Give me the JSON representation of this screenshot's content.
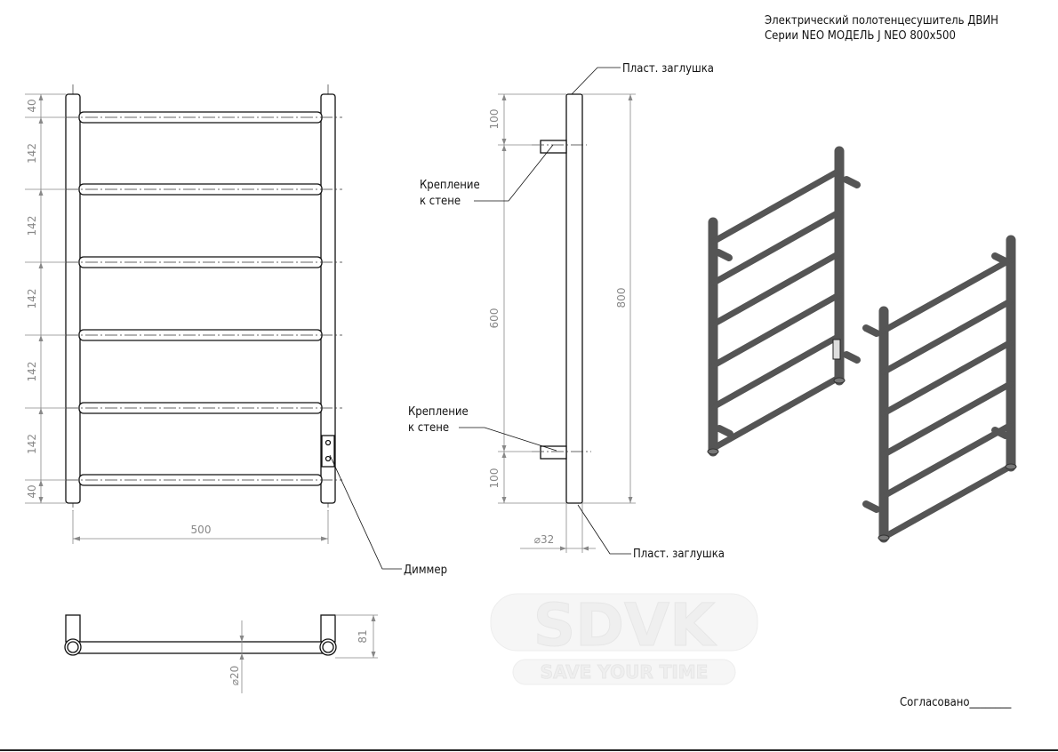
{
  "title": {
    "line1": "Электрический полотенцесушитель ДВИН",
    "line2": "Серии NEO МОДЕЛЬ J NEO 800x500"
  },
  "front_view": {
    "vertical_dims": [
      "40",
      "142",
      "142",
      "142",
      "142",
      "142",
      "40"
    ],
    "width_dim": "500",
    "dimmer_label": "Диммер"
  },
  "top_view": {
    "depth_dim": "81",
    "tube_diameter": "⌀20"
  },
  "side_view": {
    "cap_top_label": "Пласт. заглушка",
    "cap_bottom_label": "Пласт. заглушка",
    "mount_top_label_1": "Крепление",
    "mount_top_label_2": "к стене",
    "mount_bottom_label_1": "Крепление",
    "mount_bottom_label_2": "к стене",
    "dims_left": [
      "100",
      "600",
      "100"
    ],
    "total_height": "800",
    "rail_diameter": "⌀32"
  },
  "watermark": {
    "brand": "SDVK",
    "tagline": "SAVE YOUR TIME"
  },
  "approval": {
    "label": "Согласовано________"
  },
  "colors": {
    "line": "#111111",
    "dimension": "#888888",
    "render_tube": "#555555"
  }
}
